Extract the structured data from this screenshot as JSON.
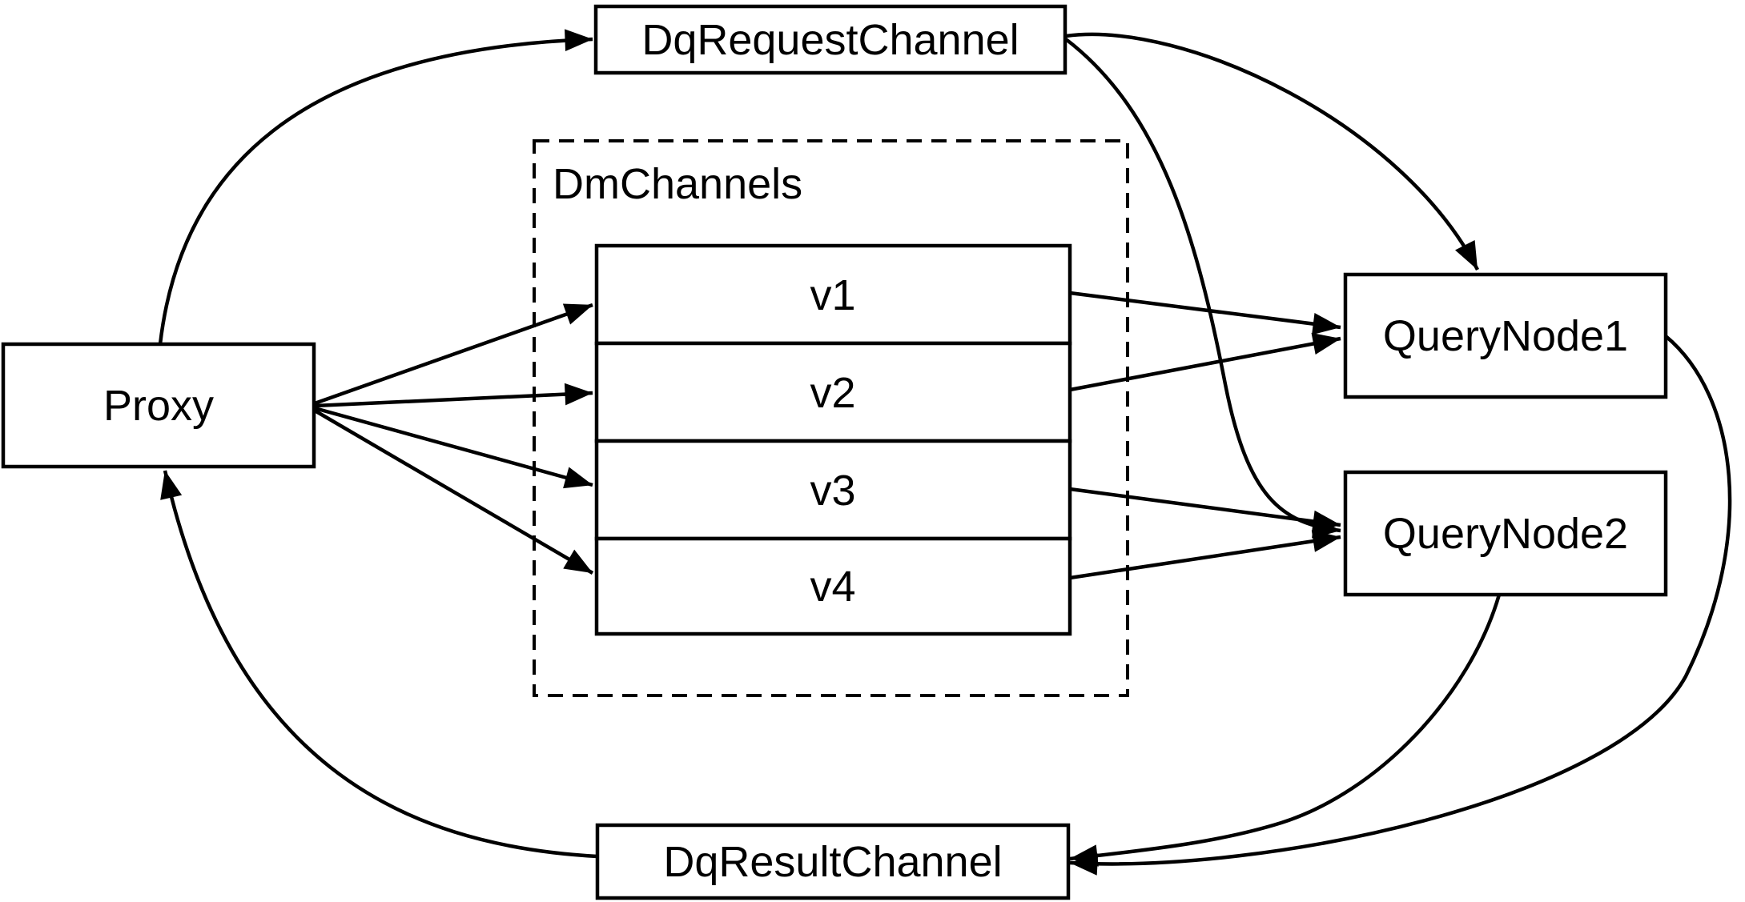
{
  "diagram": {
    "type": "flow-diagram",
    "colors": {
      "background": "#ffffff",
      "stroke": "#000000",
      "text": "#000000"
    },
    "nodes": {
      "proxy": {
        "label": "Proxy"
      },
      "dq_request_channel": {
        "label": "DqRequestChannel"
      },
      "dm_channels_group": {
        "label": "DmChannels"
      },
      "channel_v1": {
        "label": "v1"
      },
      "channel_v2": {
        "label": "v2"
      },
      "channel_v3": {
        "label": "v3"
      },
      "channel_v4": {
        "label": "v4"
      },
      "query_node_1": {
        "label": "QueryNode1"
      },
      "query_node_2": {
        "label": "QueryNode2"
      },
      "dq_result_channel": {
        "label": "DqResultChannel"
      }
    },
    "edges": [
      {
        "from": "Proxy",
        "to": "DqRequestChannel",
        "style": "curved-arrow"
      },
      {
        "from": "DqRequestChannel",
        "to": "QueryNode1",
        "style": "curved-arrow"
      },
      {
        "from": "DqRequestChannel",
        "to": "QueryNode2",
        "style": "curved-arrow"
      },
      {
        "from": "Proxy",
        "to": "v1",
        "style": "straight-arrow"
      },
      {
        "from": "Proxy",
        "to": "v2",
        "style": "straight-arrow"
      },
      {
        "from": "Proxy",
        "to": "v3",
        "style": "straight-arrow"
      },
      {
        "from": "Proxy",
        "to": "v4",
        "style": "straight-arrow"
      },
      {
        "from": "v1",
        "to": "QueryNode1",
        "style": "straight-arrow"
      },
      {
        "from": "v2",
        "to": "QueryNode1",
        "style": "straight-arrow"
      },
      {
        "from": "v3",
        "to": "QueryNode2",
        "style": "straight-arrow"
      },
      {
        "from": "v4",
        "to": "QueryNode2",
        "style": "straight-arrow"
      },
      {
        "from": "QueryNode1",
        "to": "DqResultChannel",
        "style": "curved-arrow"
      },
      {
        "from": "QueryNode2",
        "to": "DqResultChannel",
        "style": "curved-arrow"
      },
      {
        "from": "DqResultChannel",
        "to": "Proxy",
        "style": "curved-arrow"
      }
    ]
  }
}
